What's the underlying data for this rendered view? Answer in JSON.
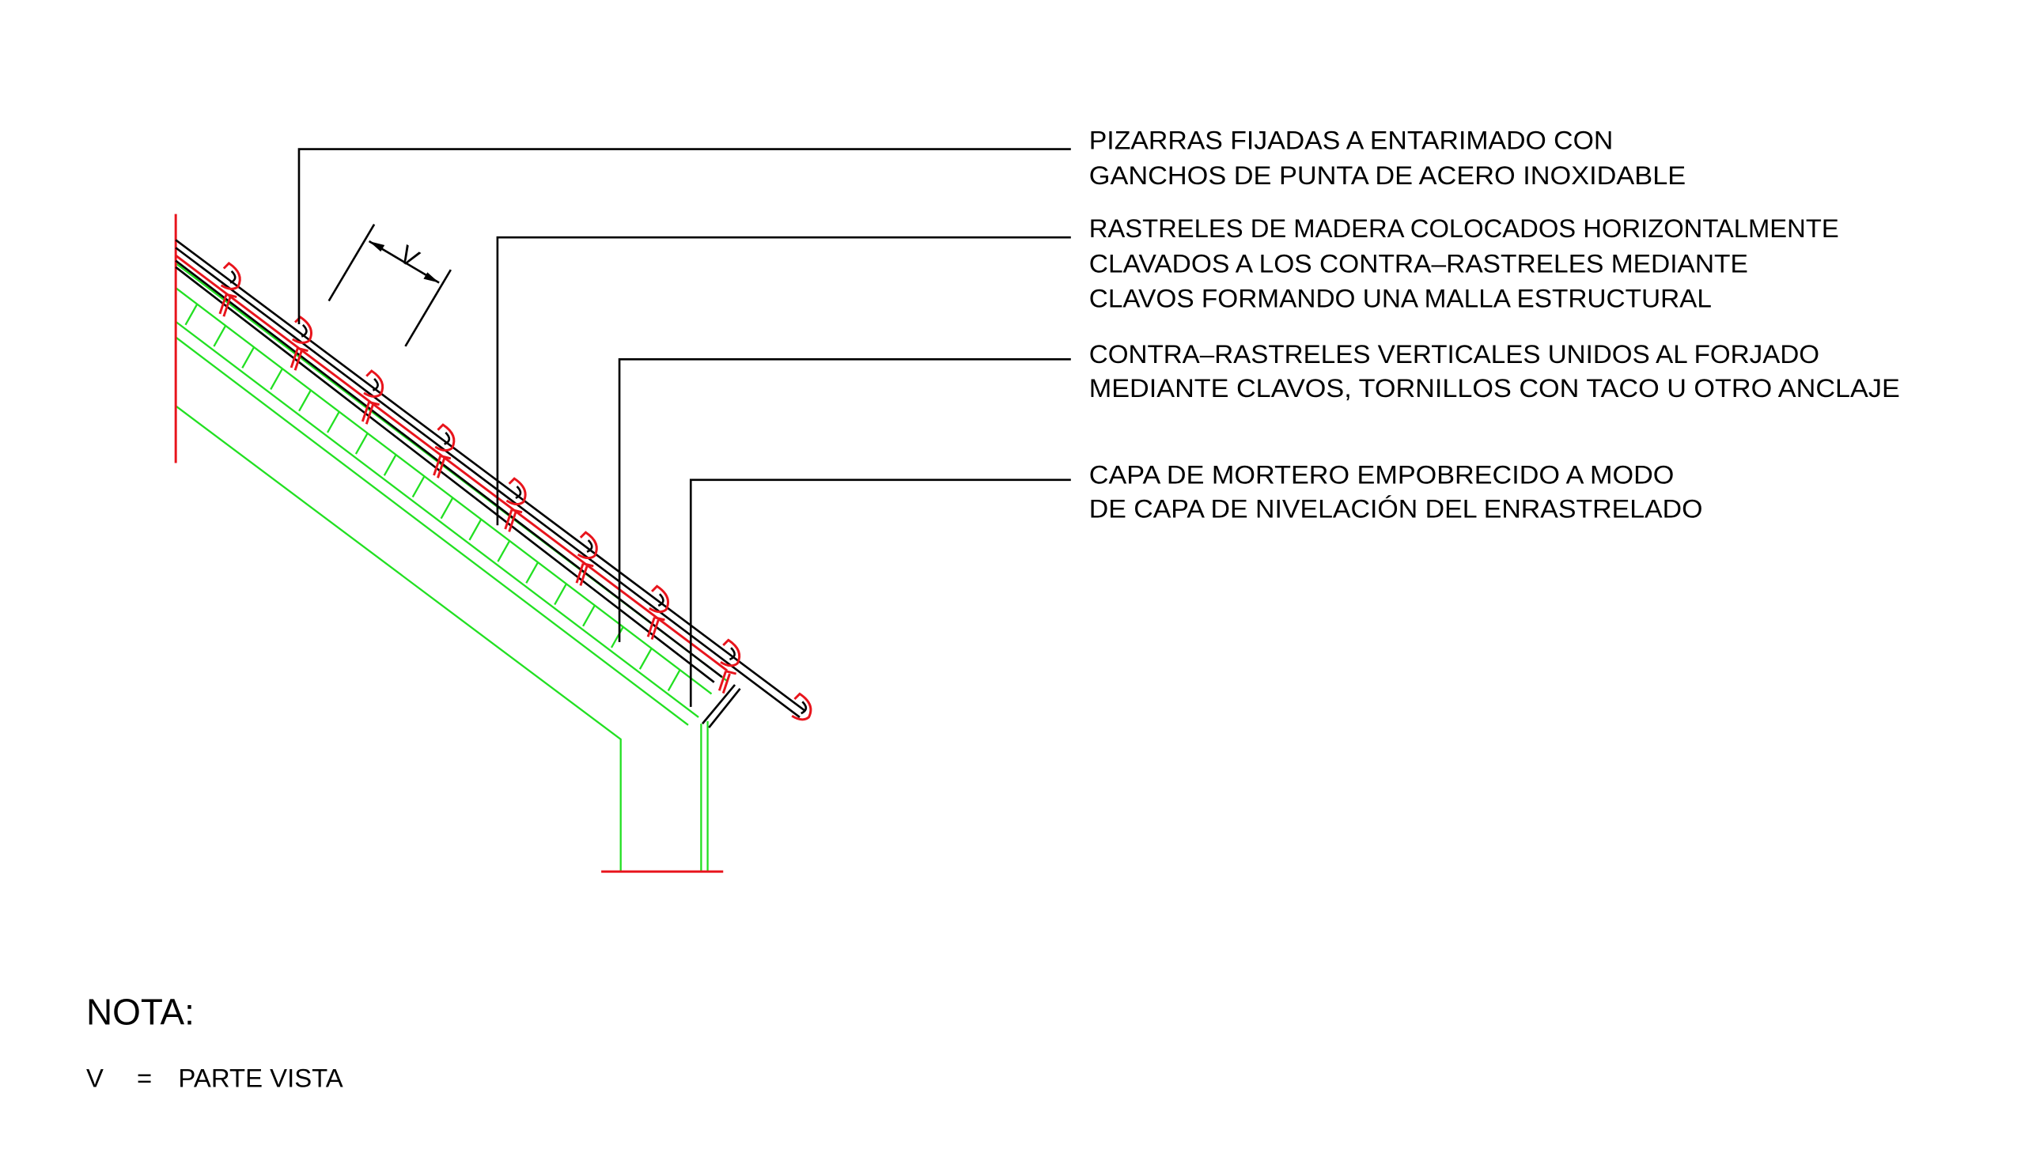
{
  "labels": [
    {
      "lines": [
        "PIZARRAS  FIJADAS  A  ENTARIMADO  CON",
        "GANCHOS  DE  PUNTA  DE  ACERO  INOXIDABLE"
      ]
    },
    {
      "lines": [
        "RASTRELES  DE  MADERA  COLOCADOS  HORIZONTALMENTE",
        "CLAVADOS  A  LOS  CONTRA–RASTRELES  MEDIANTE",
        "CLAVOS  FORMANDO  UNA  MALLA  ESTRUCTURAL"
      ]
    },
    {
      "lines": [
        "CONTRA–RASTRELES  VERTICALES  UNIDOS  AL  FORJADO",
        "MEDIANTE  CLAVOS,  TORNILLOS  CON  TACO  U  OTRO  ANCLAJE"
      ]
    },
    {
      "lines": [
        "CAPA  DE  MORTERO  EMPOBRECIDO  A  MODO",
        "DE  CAPA  DE  NIVELACIÓN  DEL  ENRASTRELADO"
      ]
    }
  ],
  "dimension": {
    "label": "V"
  },
  "note": {
    "title": "NOTA:",
    "symbol": "V",
    "equals": "=",
    "meaning": "PARTE  VISTA"
  },
  "colors": {
    "line": "#000000",
    "slate_hook": "#e8141c",
    "structure": "#22e022"
  }
}
